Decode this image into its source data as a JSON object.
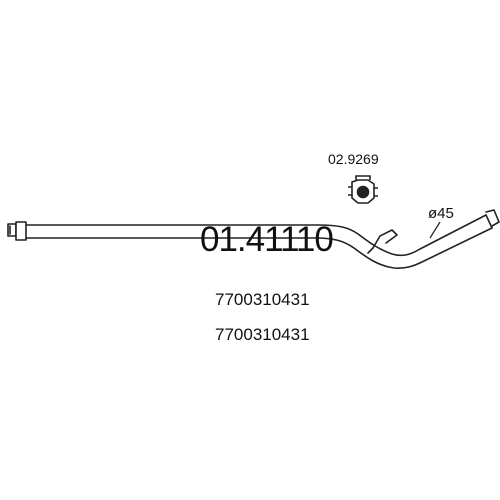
{
  "part": {
    "number": "01.41110",
    "oem_numbers": [
      "7700310431",
      "7700310431"
    ]
  },
  "clamp": {
    "code": "02.9269",
    "icon": "exhaust-clamp-icon"
  },
  "pipe": {
    "diameter_label": "ø45",
    "icon": "exhaust-pipe-icon"
  },
  "colors": {
    "line": "#222222",
    "background": "#ffffff"
  }
}
